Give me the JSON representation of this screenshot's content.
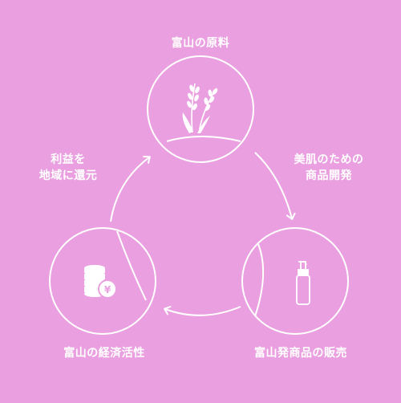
{
  "nodes": {
    "top": {
      "label": "富山の原料",
      "icon": "rice-plant-icon"
    },
    "right": {
      "label": "富山発商品の販売",
      "icon": "pump-bottle-icon"
    },
    "left": {
      "label": "富山の経済活性",
      "icon": "yen-coins-icon"
    }
  },
  "edges": {
    "top_to_right": {
      "line1": "美肌のための",
      "line2": "商品開発"
    },
    "right_to_left": {
      "line1": "",
      "line2": ""
    },
    "left_to_top": {
      "line1": "利益を",
      "line2": "地域に還元"
    }
  },
  "colors": {
    "background": "#eaa0e0",
    "stroke": "#ffffff"
  }
}
